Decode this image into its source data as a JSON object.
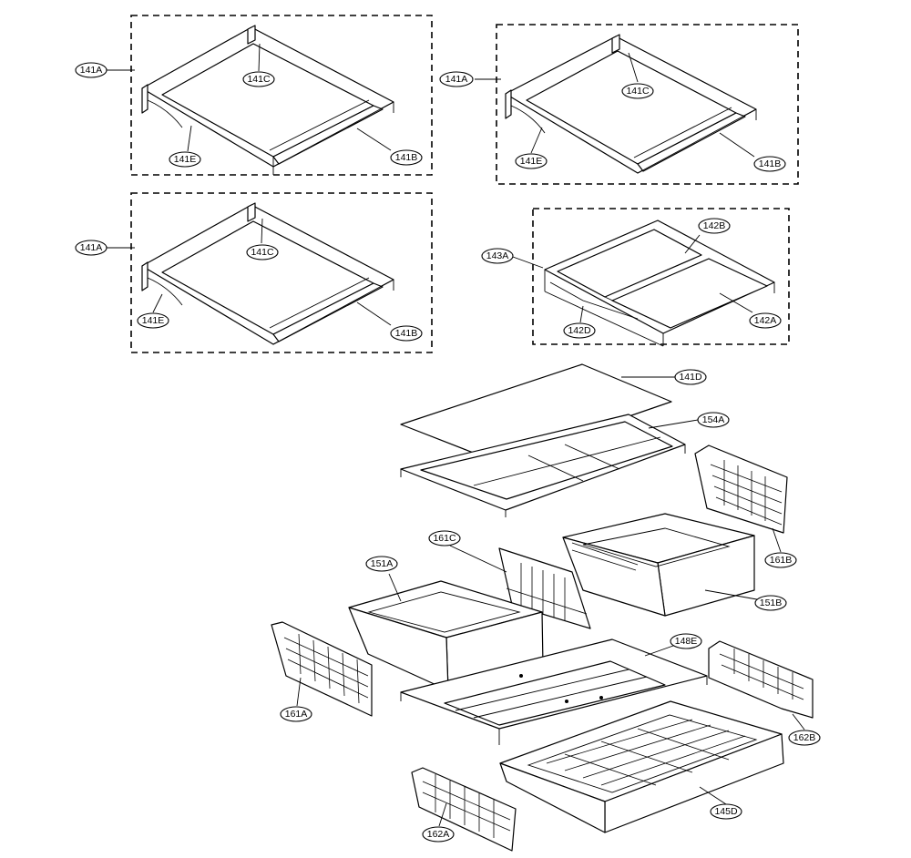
{
  "callouts": {
    "box1_assembly": "141A",
    "box1_glass": "141C",
    "box1_frame": "141E",
    "box1_trim": "141B",
    "between_boxes": "141A",
    "box2_glass": "141C",
    "box2_frame": "141E",
    "box2_trim": "141B",
    "box3_assembly": "141A",
    "box3_glass": "141C",
    "box3_frame": "141E",
    "box3_trim": "141B",
    "box4_assembly": "143A",
    "box4_top": "142B",
    "box4_frame": "142D",
    "box4_glass": "142A",
    "glass_plate": "141D",
    "cover_frame": "154A",
    "right_rail": "161B",
    "center_divider": "161C",
    "left_drawer": "151A",
    "right_drawer": "151B",
    "drawer_base": "148E",
    "left_rail": "161A",
    "lower_right_rail": "162B",
    "bottom_drawer": "145D",
    "lower_left_rail": "162A"
  }
}
